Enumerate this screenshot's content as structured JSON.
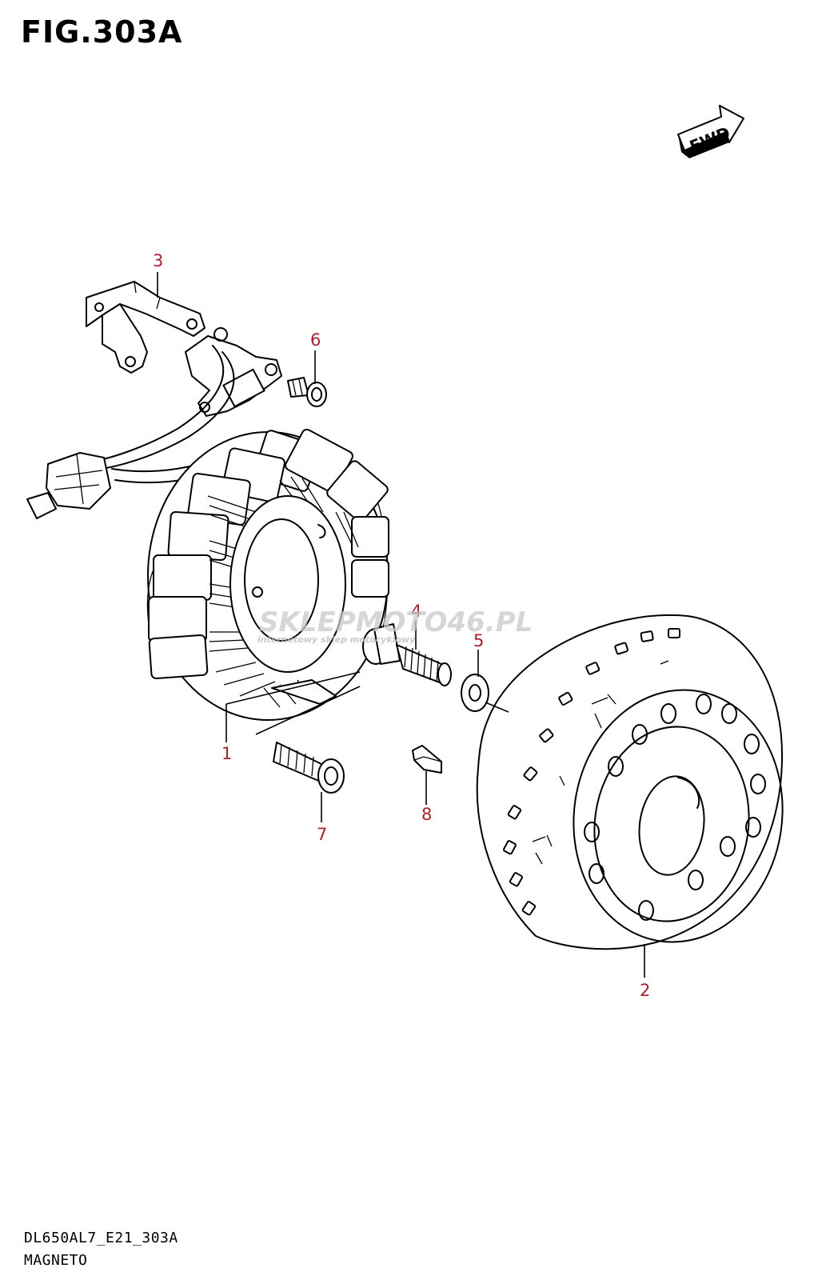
{
  "figure": {
    "title": "FIG.303A",
    "code": "DL650AL7_E21_303A",
    "name": "MAGNETO"
  },
  "direction_badge": {
    "label": "FWD"
  },
  "watermark": {
    "text_main": "SKLEPMOTO46.PL",
    "text_sub": "internetowy sklep motocyklowy"
  },
  "callouts": [
    {
      "id": "1",
      "label": "1",
      "part": "stator"
    },
    {
      "id": "2",
      "label": "2",
      "part": "rotor"
    },
    {
      "id": "3",
      "label": "3",
      "part": "bracket"
    },
    {
      "id": "4",
      "label": "4",
      "part": "rotor-bolt"
    },
    {
      "id": "5",
      "label": "5",
      "part": "washer"
    },
    {
      "id": "6",
      "label": "6",
      "part": "bracket-bolt"
    },
    {
      "id": "7",
      "label": "7",
      "part": "stator-bolt"
    },
    {
      "id": "8",
      "label": "8",
      "part": "key"
    }
  ],
  "colors": {
    "callout": "#b0202a",
    "line": "#000000"
  }
}
